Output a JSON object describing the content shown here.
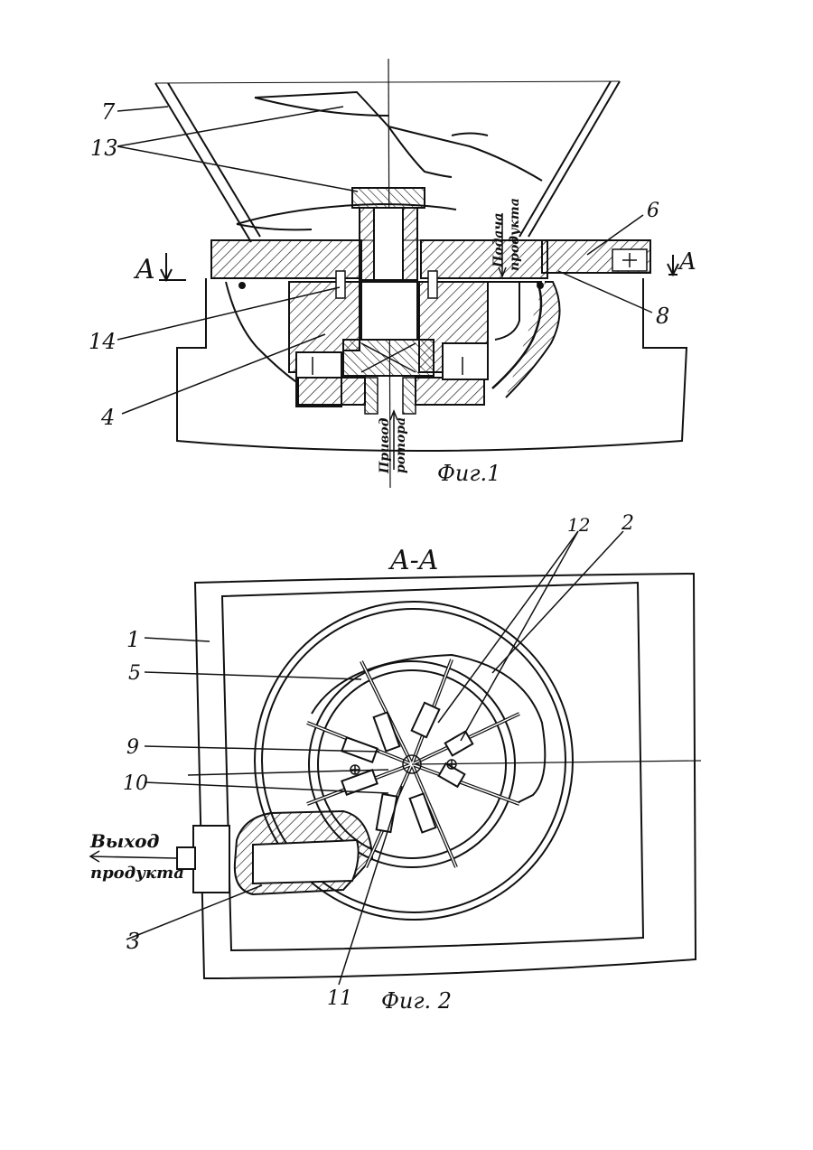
{
  "fig1": {
    "caption": "Фиг.1",
    "section_left": "A",
    "section_right": "A",
    "annotation_feed_line1": "Подача",
    "annotation_feed_line2": "продукта",
    "annotation_drive_line1": "Привод",
    "annotation_drive_line2": "ротора",
    "callouts": {
      "c7": "7",
      "c13": "13",
      "c6": "6",
      "c8": "8",
      "c14": "14",
      "c4": "4"
    }
  },
  "fig2": {
    "caption": "Фиг. 2",
    "section_title": "A-A",
    "annotation_out_line1": "Выход",
    "annotation_out_line2": "продукта",
    "callouts": {
      "c12": "12",
      "c2": "2",
      "c1": "1",
      "c5": "5",
      "c9": "9",
      "c10": "10",
      "c3": "3",
      "c11": "11"
    }
  },
  "colors": {
    "ink": "#111111",
    "paper": "#ffffff"
  }
}
